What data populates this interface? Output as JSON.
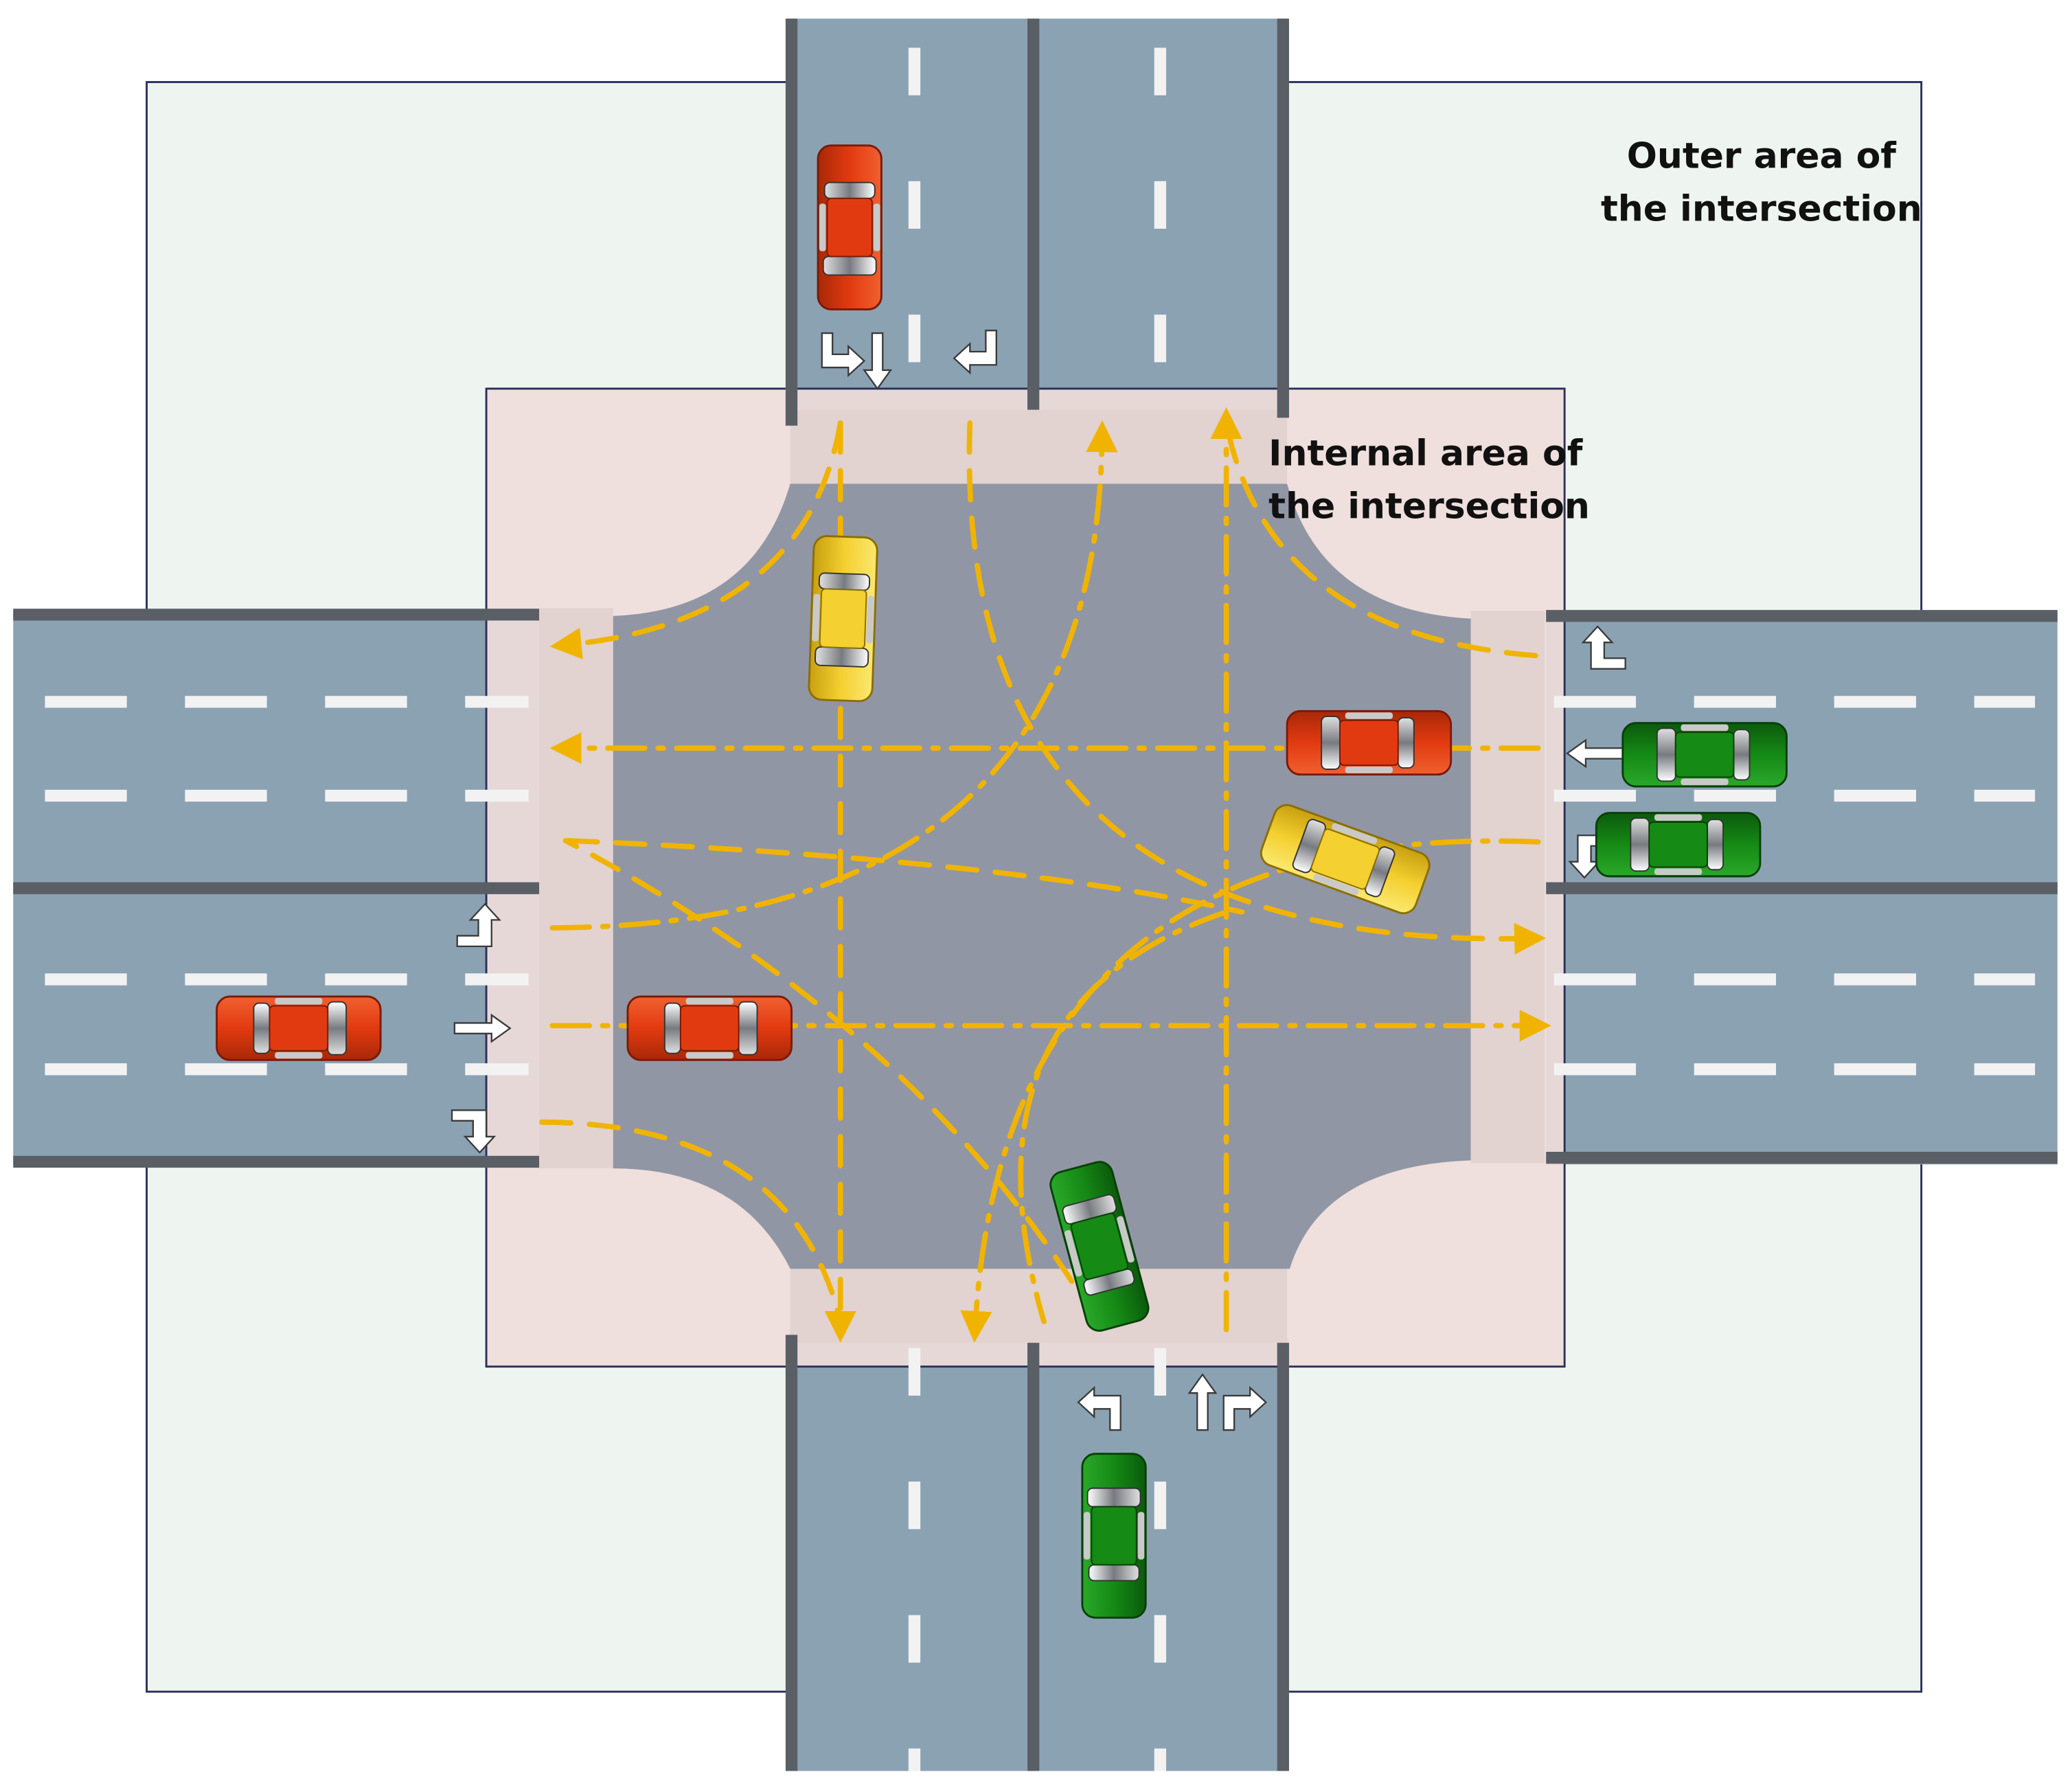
{
  "labels": {
    "outer_line1": "Outer area of",
    "outer_line2": "the intersection",
    "inner_line1": "Internal area of",
    "inner_line2": "the intersection"
  },
  "colors": {
    "outer_area": "#eef4f0",
    "internal_area": "#efdcdb",
    "road_surface": "#8ba2b3",
    "junction_asphalt": "#9196a5",
    "crosswalk": "#e2d2d0",
    "road_edge": "#5a5f66",
    "lane_marking": "#f2f2f2",
    "trajectory": "#f0b400",
    "car_red": "#e23a10",
    "car_yellow": "#f4d030",
    "car_green": "#158a15",
    "zone_border": "#2a2f5a"
  },
  "vehicles": [
    {
      "name": "car-red-north-approach",
      "color": "red"
    },
    {
      "name": "car-yellow-north-turning",
      "color": "yellow"
    },
    {
      "name": "car-red-east-inside",
      "color": "red"
    },
    {
      "name": "car-yellow-east-turning",
      "color": "yellow"
    },
    {
      "name": "car-green-east-approach-1",
      "color": "green"
    },
    {
      "name": "car-green-east-approach-2",
      "color": "green"
    },
    {
      "name": "car-red-west-approach",
      "color": "red"
    },
    {
      "name": "car-red-west-inside",
      "color": "red"
    },
    {
      "name": "car-green-south-turning",
      "color": "green"
    },
    {
      "name": "car-green-south-approach",
      "color": "green"
    }
  ],
  "lane_arrows": [
    {
      "name": "north-left-turn-arrow",
      "icon": "arrow-turn-left"
    },
    {
      "name": "north-straight-arrow",
      "icon": "arrow-straight"
    },
    {
      "name": "north-right-turn-arrow",
      "icon": "arrow-turn-right"
    },
    {
      "name": "east-left-turn-arrow",
      "icon": "arrow-turn-left"
    },
    {
      "name": "east-straight-arrow",
      "icon": "arrow-straight"
    },
    {
      "name": "east-right-turn-arrow",
      "icon": "arrow-turn-right"
    },
    {
      "name": "west-left-turn-arrow",
      "icon": "arrow-turn-left"
    },
    {
      "name": "west-straight-arrow",
      "icon": "arrow-straight"
    },
    {
      "name": "west-right-turn-arrow",
      "icon": "arrow-turn-right"
    },
    {
      "name": "south-left-turn-arrow",
      "icon": "arrow-turn-left"
    },
    {
      "name": "south-straight-arrow",
      "icon": "arrow-straight"
    },
    {
      "name": "south-right-turn-arrow",
      "icon": "arrow-turn-right"
    }
  ]
}
